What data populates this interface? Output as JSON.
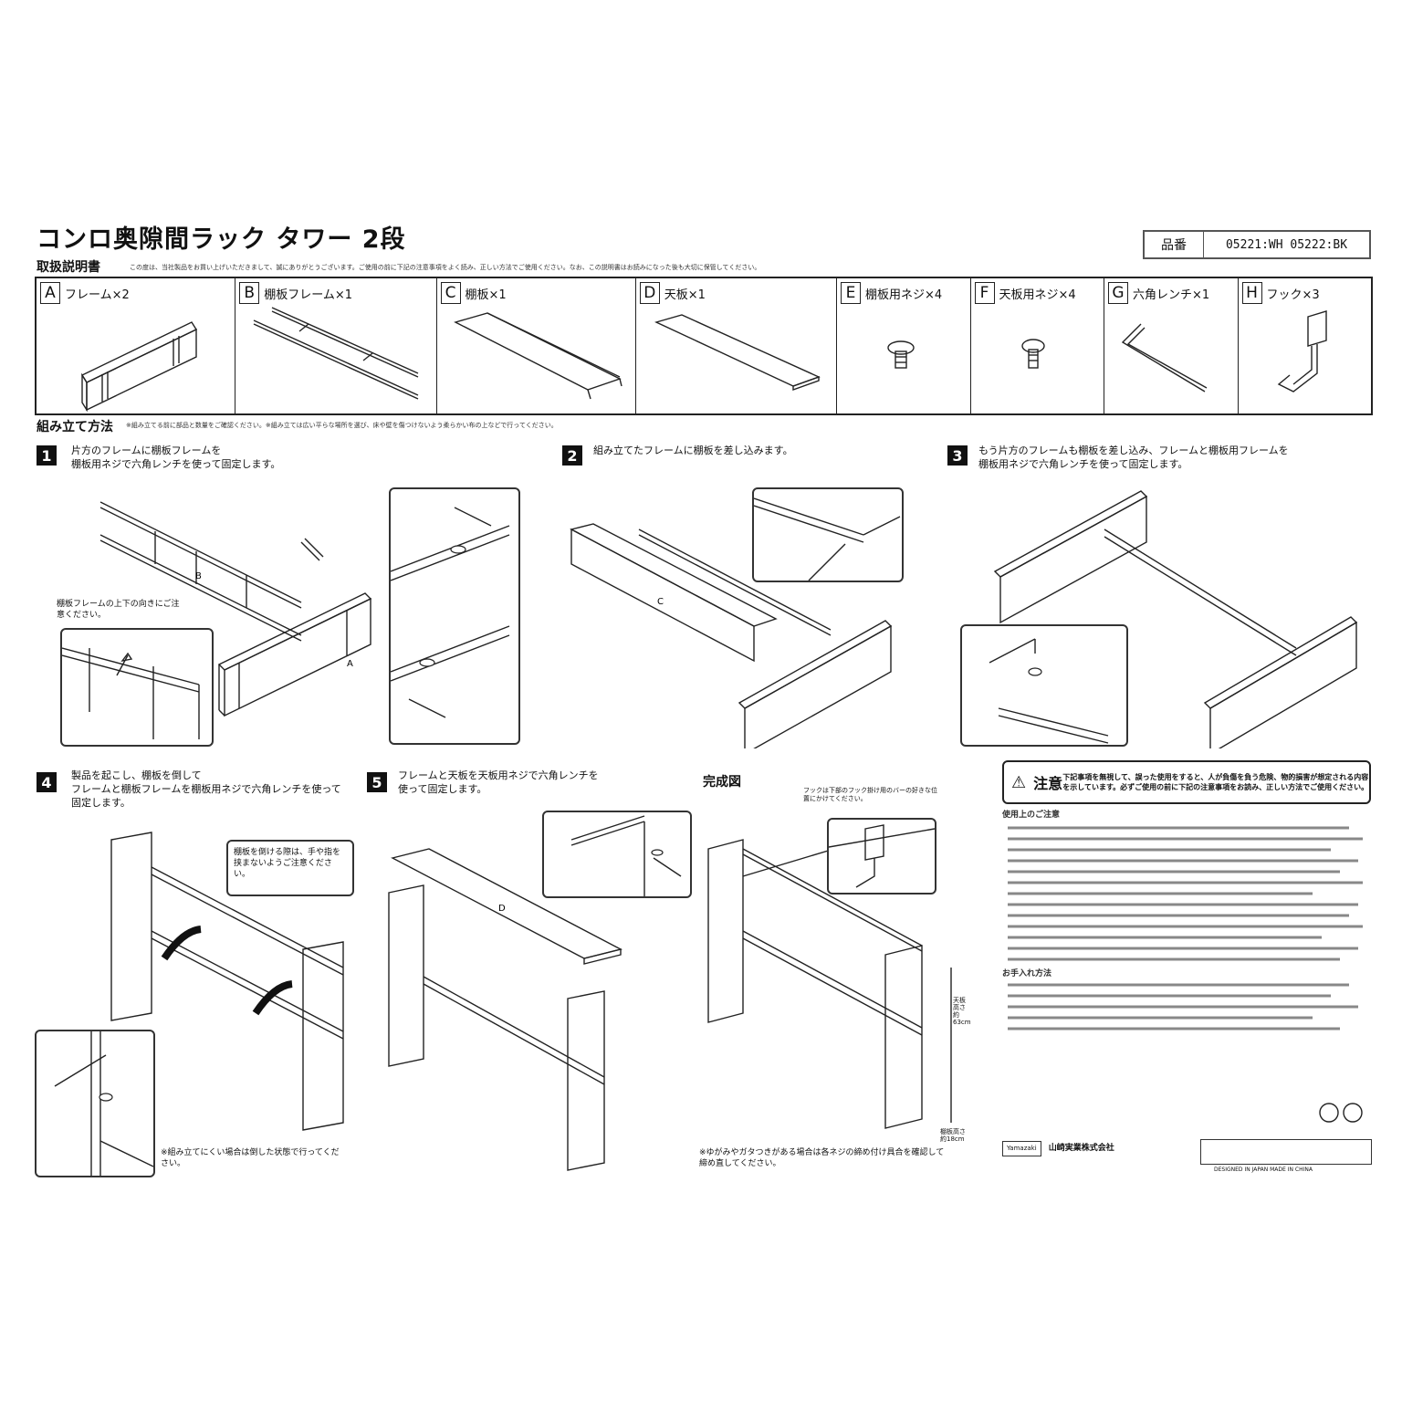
{
  "header": {
    "title": "コンロ奥隙間ラック タワー 2段",
    "hinban_label": "品番",
    "hinban_value": "05221:WH  05222:BK",
    "manual_label": "取扱説明書",
    "manual_note": "この度は、当社製品をお買い上げいただきまして、誠にありがとうございます。ご使用の前に下記の注意事項をよく読み、正しい方法でご使用ください。なお、この説明書はお読みになった後も大切に保管してください。"
  },
  "parts": [
    {
      "letter": "A",
      "name": "フレーム×2",
      "icon": "frame-icon"
    },
    {
      "letter": "B",
      "name": "棚板フレーム×1",
      "icon": "shelf-frame-icon"
    },
    {
      "letter": "C",
      "name": "棚板×1",
      "icon": "shelf-board-icon"
    },
    {
      "letter": "D",
      "name": "天板×1",
      "icon": "top-board-icon"
    },
    {
      "letter": "E",
      "name": "棚板用ネジ×4",
      "icon": "screw-icon"
    },
    {
      "letter": "F",
      "name": "天板用ネジ×4",
      "icon": "screw-icon"
    },
    {
      "letter": "G",
      "name": "六角レンチ×1",
      "icon": "hex-wrench-icon"
    },
    {
      "letter": "H",
      "name": "フック×3",
      "icon": "hook-icon"
    }
  ],
  "assembly": {
    "label": "組み立て方法",
    "note": "※組み立てる前に部品と数量をご確認ください。※組み立ては広い平らな場所を選び、床や壁を傷つけないよう柔らかい布の上などで行ってください。",
    "steps": [
      {
        "num": "1",
        "text_l1": "片方のフレームに棚板フレームを",
        "text_l2": "棚板用ネジで六角レンチを使って固定します。",
        "callout": "棚板フレームの上下の向きにご注意ください。"
      },
      {
        "num": "2",
        "text_l1": "組み立てたフレームに棚板を差し込みます。"
      },
      {
        "num": "3",
        "text_l1": "もう片方のフレームも棚板を差し込み、フレームと棚板用フレームを",
        "text_l2": "棚板用ネジで六角レンチを使って固定します。"
      },
      {
        "num": "4",
        "text_l1": "製品を起こし、棚板を倒して",
        "text_l2": "フレームと棚板フレームを棚板用ネジで六角レンチを使って固定します。",
        "callout": "棚板を倒ける際は、手や指を挟まないようご注意ください。",
        "footnote": "※組み立てにくい場合は倒した状態で行ってください。"
      },
      {
        "num": "5",
        "text_l1": "フレームと天板を天板用ネジで六角レンチを",
        "text_l2": "使って固定します。"
      }
    ],
    "complete_label": "完成図",
    "complete_note": "フックは下部のフック掛け用のバーの好きな位置にかけてください。",
    "complete_footnote": "※ゆがみやガタつきがある場合は各ネジの締め付け具合を確認して締め直してください。",
    "dim_top": "天板高さ 約63cm",
    "dim_shelf": "棚板高さ 約18cm"
  },
  "caution": {
    "label": "注意",
    "text": "下記事項を無視して、誤った使用をすると、人が負傷を負う危険、物的損害が想定される内容を示しています。必ずご使用の前に下記の注意事項をお読み、正しい方法でご使用ください。"
  },
  "usage": {
    "title": "使用上のご注意",
    "care_title": "お手入れ方法"
  },
  "company": {
    "name": "山崎実業株式会社",
    "logo": "Yamazaki",
    "origin": "DESIGNED IN JAPAN  MADE IN CHINA"
  }
}
